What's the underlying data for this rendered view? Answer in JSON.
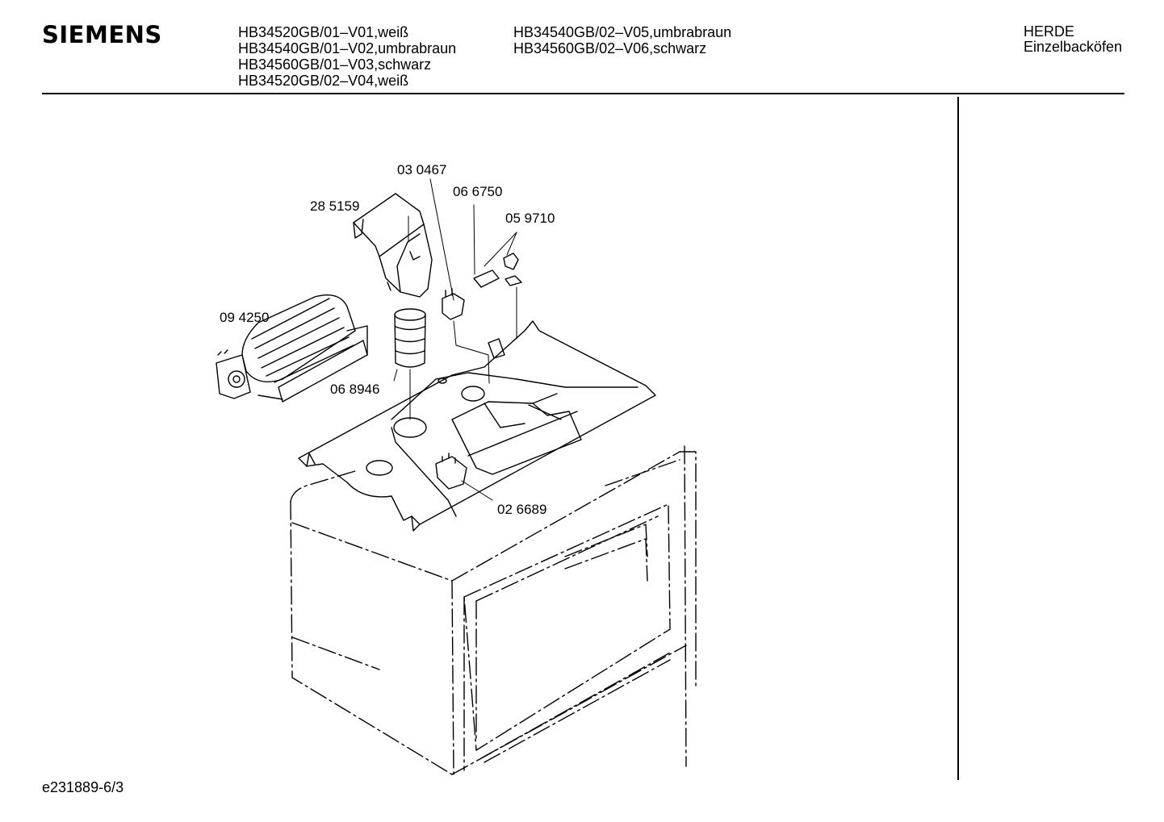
{
  "header": {
    "brand": "SIEMENS",
    "models_left": [
      "HB34520GB/01–V01,weiß",
      "HB34540GB/01–V02,umbrabraun",
      "HB34560GB/01–V03,schwarz",
      "HB34520GB/02–V04,weiß"
    ],
    "models_right": [
      "HB34540GB/02–V05,umbrabraun",
      "HB34560GB/02–V06,schwarz"
    ],
    "category_line1": "HERDE",
    "category_line2": "Einzelbacköfen"
  },
  "parts": {
    "p030467": "03 0467",
    "p066750": "06 6750",
    "p285159": "28 5159",
    "p059710": "05 9710",
    "p094250": "09 4250",
    "p068946": "06 8946",
    "p026689": "02 6689"
  },
  "footer": {
    "doc_id": "e231889-6/3"
  }
}
